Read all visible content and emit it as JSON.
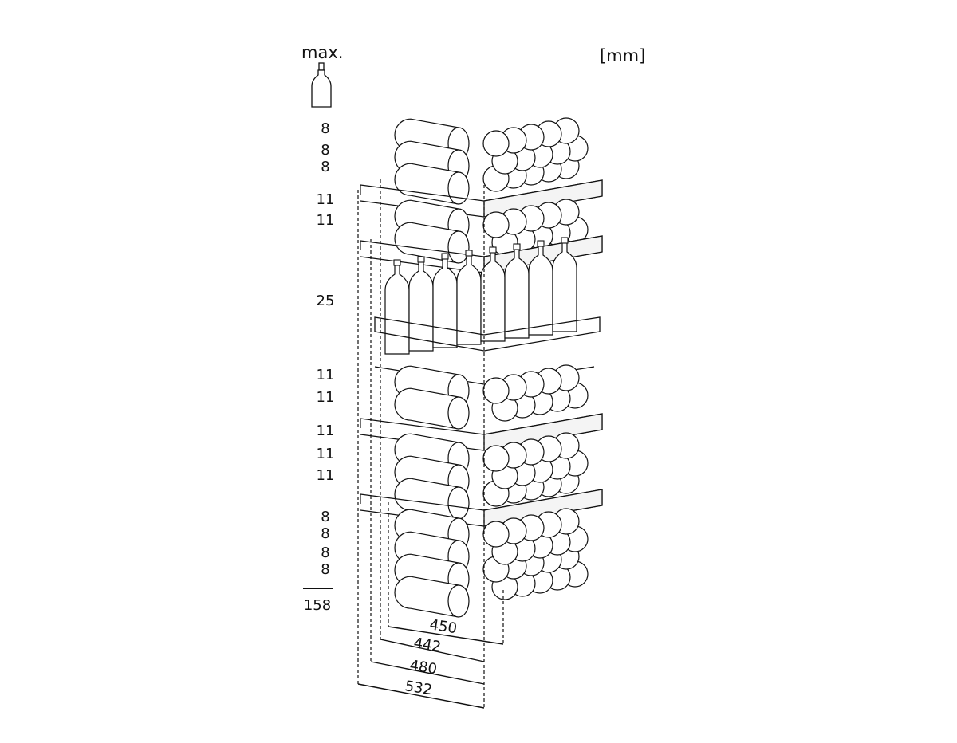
{
  "header": {
    "max_label": "max.",
    "unit_label": "[mm]"
  },
  "icons": {
    "bottle": "bottle-icon"
  },
  "shelf_counts": [
    "8",
    "8",
    "8",
    "11",
    "11",
    "25",
    "11",
    "11",
    "11",
    "11",
    "11",
    "8",
    "8",
    "8",
    "8"
  ],
  "total": "158",
  "dimensions": [
    "450",
    "442",
    "480",
    "532"
  ],
  "colors": {
    "ink": "#111111",
    "fill": "#ffffff",
    "shelf": "#f4f4f4"
  }
}
